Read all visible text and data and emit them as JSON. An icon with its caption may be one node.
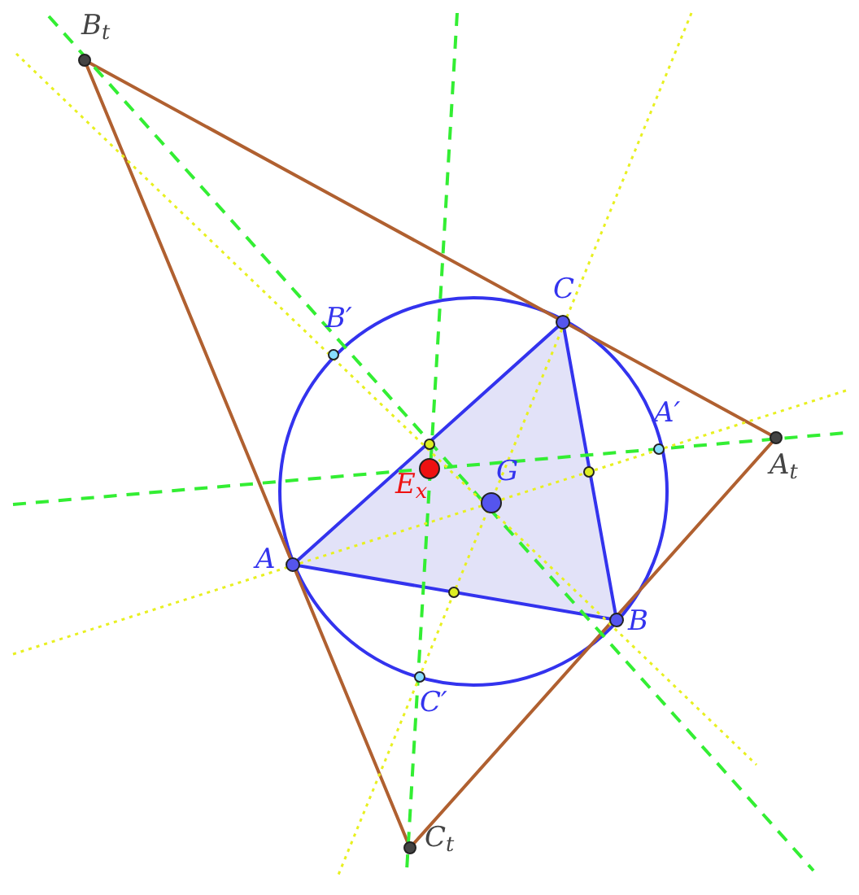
{
  "diagram": {
    "labels": [
      "B$_{t}$",
      "C",
      "B′",
      "A′",
      "A$_{t}$",
      "E$_{x}$",
      "G",
      "A",
      "B",
      "C′",
      "C$_{t}$"
    ]
  }
}
